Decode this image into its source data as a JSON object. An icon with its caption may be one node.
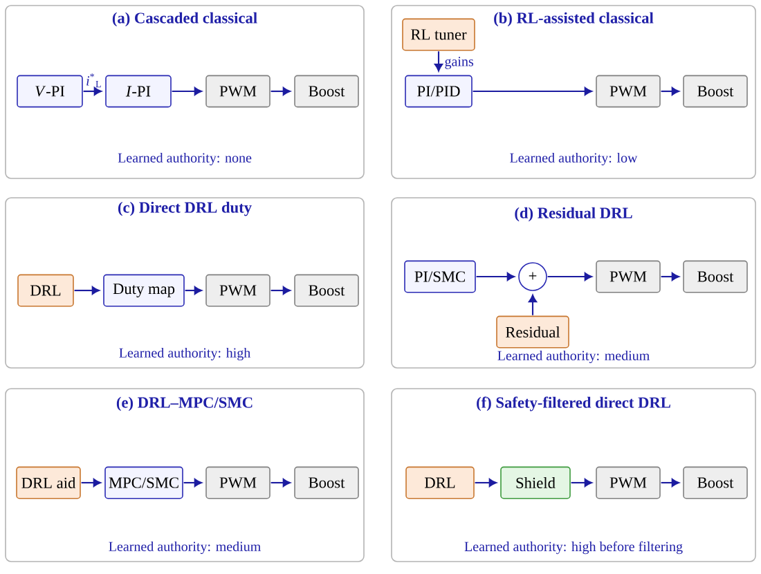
{
  "diagram": {
    "nodes": [
      {
        "text": [
          "(a) Cascaded classical",
          "Learned authority: none"
        ]
      },
      {
        "text": [
          "*V*-PI"
        ],
        "in": 0
      },
      {
        "text": [
          "*I*-PI"
        ],
        "in": 0
      },
      {
        "text": [
          "PWM"
        ],
        "in": 0
      },
      {
        "text": [
          "Boost"
        ],
        "in": 0
      },
      {
        "text": [
          "(b) RL-assisted classical",
          "Learned authority: low"
        ]
      },
      {
        "text": [
          "RL tuner"
        ],
        "in": 5
      },
      {
        "text": [
          "PI/PID"
        ],
        "in": 5
      },
      {
        "text": [
          "PWM"
        ],
        "in": 5
      },
      {
        "text": [
          "Boost"
        ],
        "in": 5
      },
      {
        "text": [
          "(c) Direct DRL duty",
          "Learned authority: high"
        ]
      },
      {
        "text": [
          "DRL"
        ],
        "in": 10
      },
      {
        "text": [
          "Duty map"
        ],
        "in": 10
      },
      {
        "text": [
          "PWM"
        ],
        "in": 10
      },
      {
        "text": [
          "Boost"
        ],
        "in": 10
      },
      {
        "text": [
          "(d) Residual DRL",
          "Learned authority: medium"
        ]
      },
      {
        "text": [
          "PI/SMC"
        ],
        "in": 15
      },
      {
        "text": [
          "+"
        ],
        "in": 15
      },
      {
        "text": [
          "PWM"
        ],
        "in": 15
      },
      {
        "text": [
          "Boost"
        ],
        "in": 15
      },
      {
        "text": [
          "Residual"
        ],
        "in": 15
      },
      {
        "text": [
          "(e) DRL–MPC/SMC",
          "Learned authority: medium"
        ]
      },
      {
        "text": [
          "DRL aid"
        ],
        "in": 21
      },
      {
        "text": [
          "MPC/SMC"
        ],
        "in": 21
      },
      {
        "text": [
          "PWM"
        ],
        "in": 21
      },
      {
        "text": [
          "Boost"
        ],
        "in": 21
      },
      {
        "text": [
          "(f) Safety-filtered direct DRL",
          "Learned authority: high before filtering"
        ]
      },
      {
        "text": [
          "DRL"
        ],
        "in": 26
      },
      {
        "text": [
          "Shield"
        ],
        "in": 26
      },
      {
        "text": [
          "PWM"
        ],
        "in": 26
      },
      {
        "text": [
          "Boost"
        ],
        "in": 26
      }
    ],
    "edges": [
      {
        "from": 1,
        "to": 2,
        "arrow": "to",
        "label": "*i*$^{*}$$_{L}$"
      },
      {
        "from": 2,
        "to": 3,
        "arrow": "to"
      },
      {
        "from": 3,
        "to": 4,
        "arrow": "to"
      },
      {
        "from": 6,
        "to": 7,
        "arrow": "to",
        "label": "gains"
      },
      {
        "from": 7,
        "to": 8,
        "arrow": "to"
      },
      {
        "from": 8,
        "to": 9,
        "arrow": "to"
      },
      {
        "from": 11,
        "to": 12,
        "arrow": "to"
      },
      {
        "from": 12,
        "to": 13,
        "arrow": "to"
      },
      {
        "from": 13,
        "to": 14,
        "arrow": "to"
      },
      {
        "from": 16,
        "to": 17,
        "arrow": "to"
      },
      {
        "from": 20,
        "to": 17,
        "arrow": "to"
      },
      {
        "from": 17,
        "to": 18,
        "arrow": "to"
      },
      {
        "from": 18,
        "to": 19,
        "arrow": "to"
      },
      {
        "from": 22,
        "to": 23,
        "arrow": "to"
      },
      {
        "from": 23,
        "to": 24,
        "arrow": "to"
      },
      {
        "from": 24,
        "to": 25,
        "arrow": "to"
      },
      {
        "from": 27,
        "to": 28,
        "arrow": "to"
      },
      {
        "from": 28,
        "to": 29,
        "arrow": "to"
      },
      {
        "from": 29,
        "to": 30,
        "arrow": "to"
      }
    ]
  }
}
